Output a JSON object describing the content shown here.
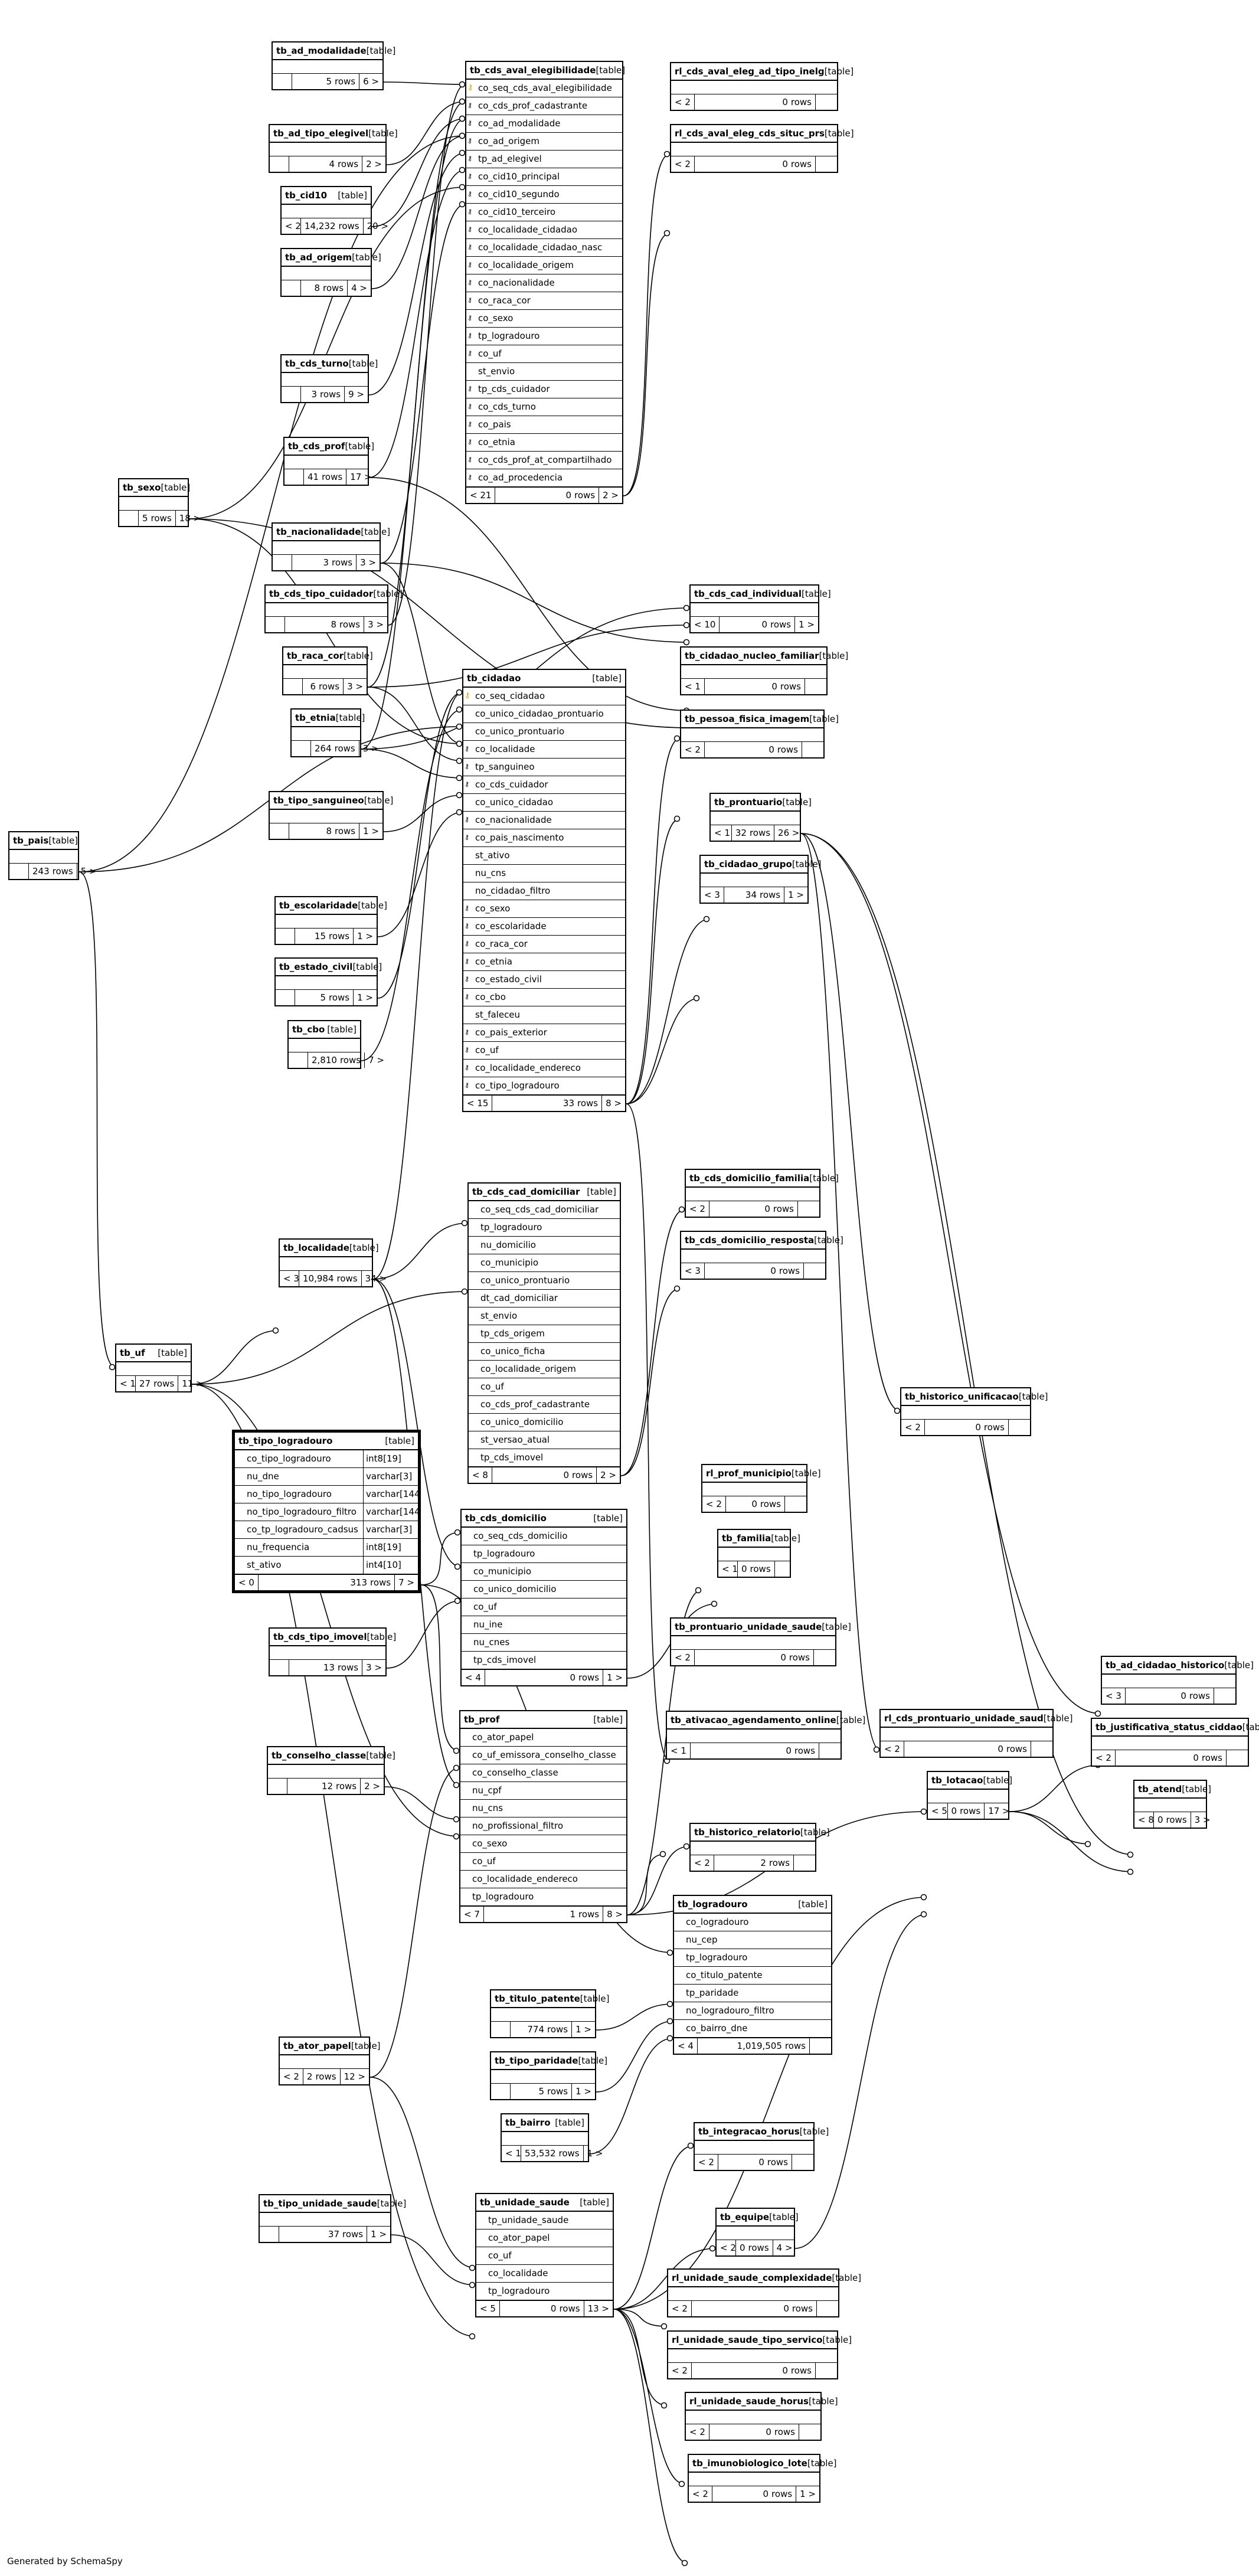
{
  "type_label": "[table]",
  "rows_suffix": "rows",
  "generated_by": "Generated by SchemaSpy",
  "tables": [
    {
      "id": "tb_ad_modalidade",
      "name": "tb_ad_modalidade",
      "parents": "",
      "rows": "5",
      "children": "6 >"
    },
    {
      "id": "tb_ad_tipo_elegivel",
      "name": "tb_ad_tipo_elegivel",
      "parents": "",
      "rows": "4",
      "children": "2 >"
    },
    {
      "id": "tb_cid10",
      "name": "tb_cid10",
      "parents": "< 2",
      "rows": "14,232",
      "children": "20 >"
    },
    {
      "id": "tb_ad_origem",
      "name": "tb_ad_origem",
      "parents": "",
      "rows": "8",
      "children": "4 >"
    },
    {
      "id": "tb_cds_turno",
      "name": "tb_cds_turno",
      "parents": "",
      "rows": "3",
      "children": "9 >"
    },
    {
      "id": "tb_cds_prof",
      "name": "tb_cds_prof",
      "parents": "",
      "rows": "41",
      "children": "17 >"
    },
    {
      "id": "tb_sexo",
      "name": "tb_sexo",
      "parents": "",
      "rows": "5",
      "children": "18 >"
    },
    {
      "id": "tb_nacionalidade",
      "name": "tb_nacionalidade",
      "parents": "",
      "rows": "3",
      "children": "3 >"
    },
    {
      "id": "tb_cds_tipo_cuidador",
      "name": "tb_cds_tipo_cuidador",
      "parents": "",
      "rows": "8",
      "children": "3 >"
    },
    {
      "id": "tb_raca_cor",
      "name": "tb_raca_cor",
      "parents": "",
      "rows": "6",
      "children": "3 >"
    },
    {
      "id": "tb_etnia",
      "name": "tb_etnia",
      "parents": "",
      "rows": "264",
      "children": "3 >"
    },
    {
      "id": "tb_pais",
      "name": "tb_pais",
      "parents": "",
      "rows": "243",
      "children": "5 >"
    },
    {
      "id": "tb_tipo_sanguineo",
      "name": "tb_tipo_sanguineo",
      "parents": "",
      "rows": "8",
      "children": "1 >"
    },
    {
      "id": "tb_escolaridade",
      "name": "tb_escolaridade",
      "parents": "",
      "rows": "15",
      "children": "1 >"
    },
    {
      "id": "tb_estado_civil",
      "name": "tb_estado_civil",
      "parents": "",
      "rows": "5",
      "children": "1 >"
    },
    {
      "id": "tb_cbo",
      "name": "tb_cbo",
      "parents": "",
      "rows": "2,810",
      "children": "7 >"
    },
    {
      "id": "tb_localidade",
      "name": "tb_localidade",
      "parents": "< 3",
      "rows": "10,984",
      "children": "34 >"
    },
    {
      "id": "tb_uf",
      "name": "tb_uf",
      "parents": "< 1",
      "rows": "27",
      "children": "11 >"
    },
    {
      "id": "tb_cds_tipo_imovel",
      "name": "tb_cds_tipo_imovel",
      "parents": "",
      "rows": "13",
      "children": "3 >"
    },
    {
      "id": "tb_conselho_classe",
      "name": "tb_conselho_classe",
      "parents": "",
      "rows": "12",
      "children": "2 >"
    },
    {
      "id": "tb_ator_papel",
      "name": "tb_ator_papel",
      "parents": "< 2",
      "rows": "2",
      "children": "12 >"
    },
    {
      "id": "tb_tipo_unidade_saude",
      "name": "tb_tipo_unidade_saude",
      "parents": "",
      "rows": "37",
      "children": "1 >"
    },
    {
      "id": "tb_titulo_patente",
      "name": "tb_titulo_patente",
      "parents": "",
      "rows": "774",
      "children": "1 >"
    },
    {
      "id": "tb_tipo_paridade",
      "name": "tb_tipo_paridade",
      "parents": "",
      "rows": "5",
      "children": "1 >"
    },
    {
      "id": "tb_bairro",
      "name": "tb_bairro",
      "parents": "< 1",
      "rows": "53,532",
      "children": "1 >"
    },
    {
      "id": "rl_cds_aval_eleg_ad_tipo_inelg",
      "name": "rl_cds_aval_eleg_ad_tipo_inelg",
      "parents": "< 2",
      "rows": "0",
      "children": ""
    },
    {
      "id": "rl_cds_aval_eleg_cds_situc_prs",
      "name": "rl_cds_aval_eleg_cds_situc_prs",
      "parents": "< 2",
      "rows": "0",
      "children": ""
    },
    {
      "id": "tb_cds_cad_individual",
      "name": "tb_cds_cad_individual",
      "parents": "< 10",
      "rows": "0",
      "children": "1 >"
    },
    {
      "id": "tb_cidadao_nucleo_familiar",
      "name": "tb_cidadao_nucleo_familiar",
      "parents": "< 1",
      "rows": "0",
      "children": ""
    },
    {
      "id": "tb_pessoa_fisica_imagem",
      "name": "tb_pessoa_fisica_imagem",
      "parents": "< 2",
      "rows": "0",
      "children": ""
    },
    {
      "id": "tb_prontuario",
      "name": "tb_prontuario",
      "parents": "< 1",
      "rows": "32",
      "children": "26 >"
    },
    {
      "id": "tb_cidadao_grupo",
      "name": "tb_cidadao_grupo",
      "parents": "< 3",
      "rows": "34",
      "children": "1 >"
    },
    {
      "id": "tb_cds_domicilio_familia",
      "name": "tb_cds_domicilio_familia",
      "parents": "< 2",
      "rows": "0",
      "children": ""
    },
    {
      "id": "tb_cds_domicilio_resposta",
      "name": "tb_cds_domicilio_resposta",
      "parents": "< 3",
      "rows": "0",
      "children": ""
    },
    {
      "id": "tb_historico_unificacao",
      "name": "tb_historico_unificacao",
      "parents": "< 2",
      "rows": "0",
      "children": ""
    },
    {
      "id": "rl_prof_municipio",
      "name": "rl_prof_municipio",
      "parents": "< 2",
      "rows": "0",
      "children": ""
    },
    {
      "id": "tb_familia",
      "name": "tb_familia",
      "parents": "< 1",
      "rows": "0",
      "children": ""
    },
    {
      "id": "tb_prontuario_unidade_saude",
      "name": "tb_prontuario_unidade_saude",
      "parents": "< 2",
      "rows": "0",
      "children": ""
    },
    {
      "id": "tb_ativacao_agendamento_online",
      "name": "tb_ativacao_agendamento_online",
      "parents": "< 1",
      "rows": "0",
      "children": ""
    },
    {
      "id": "rl_cds_prontuario_unidade_saud",
      "name": "rl_cds_prontuario_unidade_saud",
      "parents": "< 2",
      "rows": "0",
      "children": ""
    },
    {
      "id": "tb_ad_cidadao_historico",
      "name": "tb_ad_cidadao_historico",
      "parents": "< 3",
      "rows": "0",
      "children": ""
    },
    {
      "id": "tb_justificativa_status_cidda",
      "name": "tb_justificativa_status_ciddao",
      "parents": "< 2",
      "rows": "0",
      "children": ""
    },
    {
      "id": "tb_lotacao",
      "name": "tb_lotacao",
      "parents": "< 5",
      "rows": "0",
      "children": "17 >"
    },
    {
      "id": "tb_atend",
      "name": "tb_atend",
      "parents": "< 8",
      "rows": "0",
      "children": "3 >"
    },
    {
      "id": "tb_historico_relatorio",
      "name": "tb_historico_relatorio",
      "parents": "< 2",
      "rows": "2",
      "children": ""
    },
    {
      "id": "tb_integracao_horus",
      "name": "tb_integracao_horus",
      "parents": "< 2",
      "rows": "0",
      "children": ""
    },
    {
      "id": "tb_equipe",
      "name": "tb_equipe",
      "parents": "< 2",
      "rows": "0",
      "children": "4 >"
    },
    {
      "id": "rl_unidade_saude_complexidade",
      "name": "rl_unidade_saude_complexidade",
      "parents": "< 2",
      "rows": "0",
      "children": ""
    },
    {
      "id": "rl_unidade_saude_tipo_servico",
      "name": "rl_unidade_saude_tipo_servico",
      "parents": "< 2",
      "rows": "0",
      "children": ""
    },
    {
      "id": "rl_unidade_saude_horus",
      "name": "rl_unidade_saude_horus",
      "parents": "< 2",
      "rows": "0",
      "children": ""
    },
    {
      "id": "tb_imunobiologico_lote",
      "name": "tb_imunobiologico_lote",
      "parents": "< 2",
      "rows": "0",
      "children": "1 >"
    },
    {
      "id": "tb_cds_aval_elegibilidade",
      "name": "tb_cds_aval_elegibilidade",
      "parents": "< 21",
      "rows": "0",
      "children": "2 >",
      "columns": [
        "co_seq_cds_aval_elegibilidade",
        "co_cds_prof_cadastrante",
        "co_ad_modalidade",
        "co_ad_origem",
        "tp_ad_elegivel",
        "co_cid10_principal",
        "co_cid10_segundo",
        "co_cid10_terceiro",
        "co_localidade_cidadao",
        "co_localidade_cidadao_nasc",
        "co_localidade_origem",
        "co_nacionalidade",
        "co_raca_cor",
        "co_sexo",
        "tp_logradouro",
        "co_uf",
        "st_envio",
        "tp_cds_cuidador",
        "co_cds_turno",
        "co_pais",
        "co_etnia",
        "co_cds_prof_at_compartilhado",
        "co_ad_procedencia"
      ],
      "keys": [
        0,
        1,
        2,
        3,
        4,
        5,
        6,
        7,
        8,
        9,
        10,
        11,
        12,
        13,
        14,
        15,
        17,
        18,
        19,
        20,
        21,
        22
      ]
    },
    {
      "id": "tb_cidadao",
      "name": "tb_cidadao",
      "parents": "< 15",
      "rows": "33",
      "children": "8 >",
      "columns": [
        "co_seq_cidadao",
        "co_unico_cidadao_prontuario",
        "co_unico_prontuario",
        "co_localidade",
        "tp_sanguineo",
        "co_cds_cuidador",
        "co_unico_cidadao",
        "co_nacionalidade",
        "co_pais_nascimento",
        "st_ativo",
        "nu_cns",
        "no_cidadao_filtro",
        "co_sexo",
        "co_escolaridade",
        "co_raca_cor",
        "co_etnia",
        "co_estado_civil",
        "co_cbo",
        "st_faleceu",
        "co_pais_exterior",
        "co_uf",
        "co_localidade_endereco",
        "co_tipo_logradouro"
      ],
      "keys": [
        0,
        3,
        4,
        5,
        7,
        8,
        12,
        13,
        14,
        15,
        16,
        17,
        19,
        20,
        21,
        22
      ]
    },
    {
      "id": "tb_cds_cad_domiciliar",
      "name": "tb_cds_cad_domiciliar",
      "parents": "< 8",
      "rows": "0",
      "children": "2 >",
      "columns": [
        "co_seq_cds_cad_domiciliar",
        "tp_logradouro",
        "nu_domicilio",
        "co_municipio",
        "co_unico_prontuario",
        "dt_cad_domiciliar",
        "st_envio",
        "tp_cds_origem",
        "co_unico_ficha",
        "co_localidade_origem",
        "co_uf",
        "co_cds_prof_cadastrante",
        "co_unico_domicilio",
        "st_versao_atual",
        "tp_cds_imovel"
      ],
      "keys": []
    },
    {
      "id": "tb_cds_domicilio",
      "name": "tb_cds_domicilio",
      "parents": "< 4",
      "rows": "0",
      "children": "1 >",
      "columns": [
        "co_seq_cds_domicilio",
        "tp_logradouro",
        "co_municipio",
        "co_unico_domicilio",
        "co_uf",
        "nu_ine",
        "nu_cnes",
        "tp_cds_imovel"
      ],
      "keys": []
    },
    {
      "id": "tb_prof",
      "name": "tb_prof",
      "parents": "< 7",
      "rows": "1",
      "children": "8 >",
      "columns": [
        "co_ator_papel",
        "co_uf_emissora_conselho_classe",
        "co_conselho_classe",
        "nu_cpf",
        "nu_cns",
        "no_profissional_filtro",
        "co_sexo",
        "co_uf",
        "co_localidade_endereco",
        "tp_logradouro"
      ],
      "keys": []
    },
    {
      "id": "tb_logradouro",
      "name": "tb_logradouro",
      "parents": "< 4",
      "rows": "1,019,505",
      "children": "",
      "columns": [
        "co_logradouro",
        "nu_cep",
        "tp_logradouro",
        "co_titulo_patente",
        "tp_paridade",
        "no_logradouro_filtro",
        "co_bairro_dne"
      ],
      "keys": []
    },
    {
      "id": "tb_unidade_saude",
      "name": "tb_unidade_saude",
      "parents": "< 5",
      "rows": "0",
      "children": "13 >",
      "columns": [
        "tp_unidade_saude",
        "co_ator_papel",
        "co_uf",
        "co_localidade",
        "tp_logradouro"
      ],
      "keys": []
    },
    {
      "id": "tb_tipo_logradouro",
      "name": "tb_tipo_logradouro",
      "parents": "< 0",
      "rows": "313",
      "children": "7 >",
      "selected": true,
      "columns": [
        "co_tipo_logradouro",
        "nu_dne",
        "no_tipo_logradouro",
        "no_tipo_logradouro_filtro",
        "co_tp_logradouro_cadsus",
        "nu_frequencia",
        "st_ativo"
      ],
      "types": [
        "int8[19]",
        "varchar[3]",
        "varchar[144]",
        "varchar[144]",
        "varchar[3]",
        "int8[19]",
        "int4[10]"
      ],
      "keys": []
    }
  ]
}
